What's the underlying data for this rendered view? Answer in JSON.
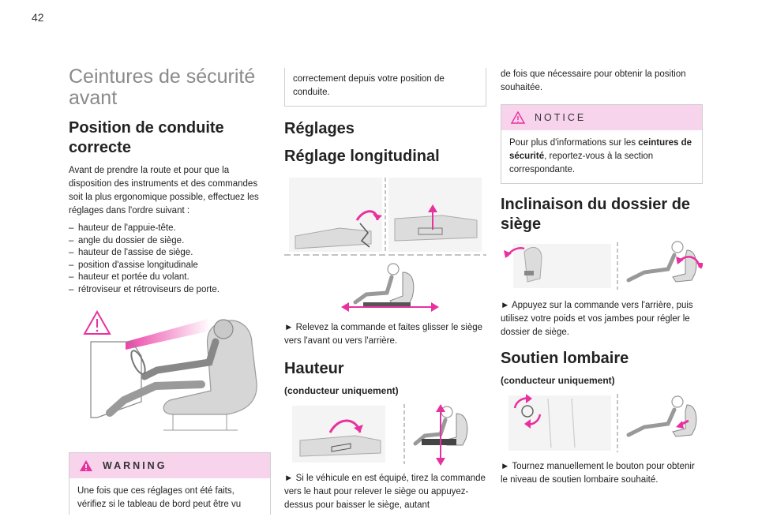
{
  "page_number": "42",
  "col1": {
    "title": "Ceintures de sécurité avant",
    "heading": "Position de conduite correcte",
    "intro": "Avant de prendre la route et pour que la disposition des instruments et des commandes soit la plus ergonomique possible, effectuez les réglages dans l'ordre suivant :",
    "steps": [
      "hauteur de l'appuie-tête.",
      "angle du dossier de siège.",
      "hauteur de l'assise de siège.",
      "position d'assise longitudinale",
      "hauteur et portée du volant.",
      "rétroviseur et rétroviseurs de porte."
    ],
    "warning": {
      "label": "WARNING",
      "text": "Une fois que ces réglages ont été faits, vérifiez si le tableau de bord peut être vu"
    }
  },
  "col2": {
    "warning_continued": "correctement depuis votre position de conduite.",
    "heading_reglages": "Réglages",
    "heading_longitudinal": "Réglage longitudinal",
    "longitudinal_text": "► Relevez la commande et faites glisser le siège vers l'avant ou vers l'arrière.",
    "heading_hauteur": "Hauteur",
    "hauteur_sub": "(conducteur uniquement)",
    "hauteur_text": "► Si le véhicule en est équipé, tirez la commande vers le haut pour relever le siège ou appuyez-dessus pour baisser le siège, autant"
  },
  "col3": {
    "hauteur_continued": "de fois que nécessaire pour obtenir la position souhaitée.",
    "notice": {
      "label": "NOTICE",
      "text_pre": "Pour plus d'informations sur les ",
      "text_bold": "ceintures de sécurité",
      "text_post": ", reportez-vous à la section correspondante."
    },
    "heading_inclinaison": "Inclinaison du dossier de siège",
    "inclinaison_text": "► Appuyez sur la commande vers l'arrière, puis utilisez votre poids et vos jambes pour régler le dossier de siège.",
    "heading_lombaire": "Soutien lombaire",
    "lombaire_sub": "(conducteur uniquement)",
    "lombaire_text": "► Tournez manuellement le bouton pour obtenir le niveau de soutien lombaire souhaité."
  },
  "colors": {
    "accent": "#e8319e",
    "box_header": "#f7d3ec",
    "title_grey": "#8a8a8a"
  }
}
